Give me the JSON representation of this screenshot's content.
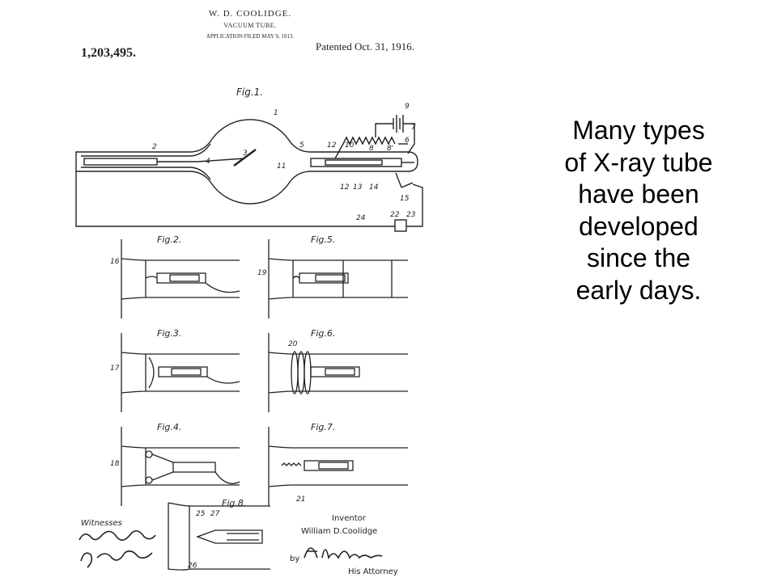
{
  "caption": {
    "lines": [
      "Many types",
      "of X-ray tube",
      "have been",
      "developed",
      "since the",
      "early days."
    ]
  },
  "patent": {
    "inventor_name": "W. D. COOLIDGE.",
    "invention": "VACUUM TUBE.",
    "application_filed": "APPLICATION FILED MAY 9, 1913.",
    "patent_number": "1,203,495.",
    "patented_date": "Patented Oct. 31, 1916.",
    "figures": {
      "fig1": "Fig.1.",
      "fig2": "Fig.2.",
      "fig3": "Fig.3.",
      "fig4": "Fig.4.",
      "fig5": "Fig.5.",
      "fig6": "Fig.6.",
      "fig7": "Fig.7.",
      "fig8": "Fig.8."
    },
    "ref_numbers": {
      "n1": "1",
      "n2": "2",
      "n3": "3",
      "n4": "4",
      "n5": "5",
      "n6": "6",
      "n7": "7",
      "n8": "8",
      "n8p": "8'",
      "n9": "9",
      "n10": "10",
      "n11": "11",
      "n12a": "12",
      "n12b": "12",
      "n13": "13",
      "n14": "14",
      "n15": "15",
      "n16": "16",
      "n17": "17",
      "n18": "18",
      "n19": "19",
      "n20": "20",
      "n21": "21",
      "n22": "22",
      "n23": "23",
      "n24": "24",
      "n25": "25",
      "n26": "26",
      "n27": "27"
    },
    "witnesses_label": "Witnesses",
    "inventor_label": "Inventor",
    "inventor_signature": "William D.Coolidge",
    "by_label": "by",
    "attorney_label": "His Attorney"
  }
}
